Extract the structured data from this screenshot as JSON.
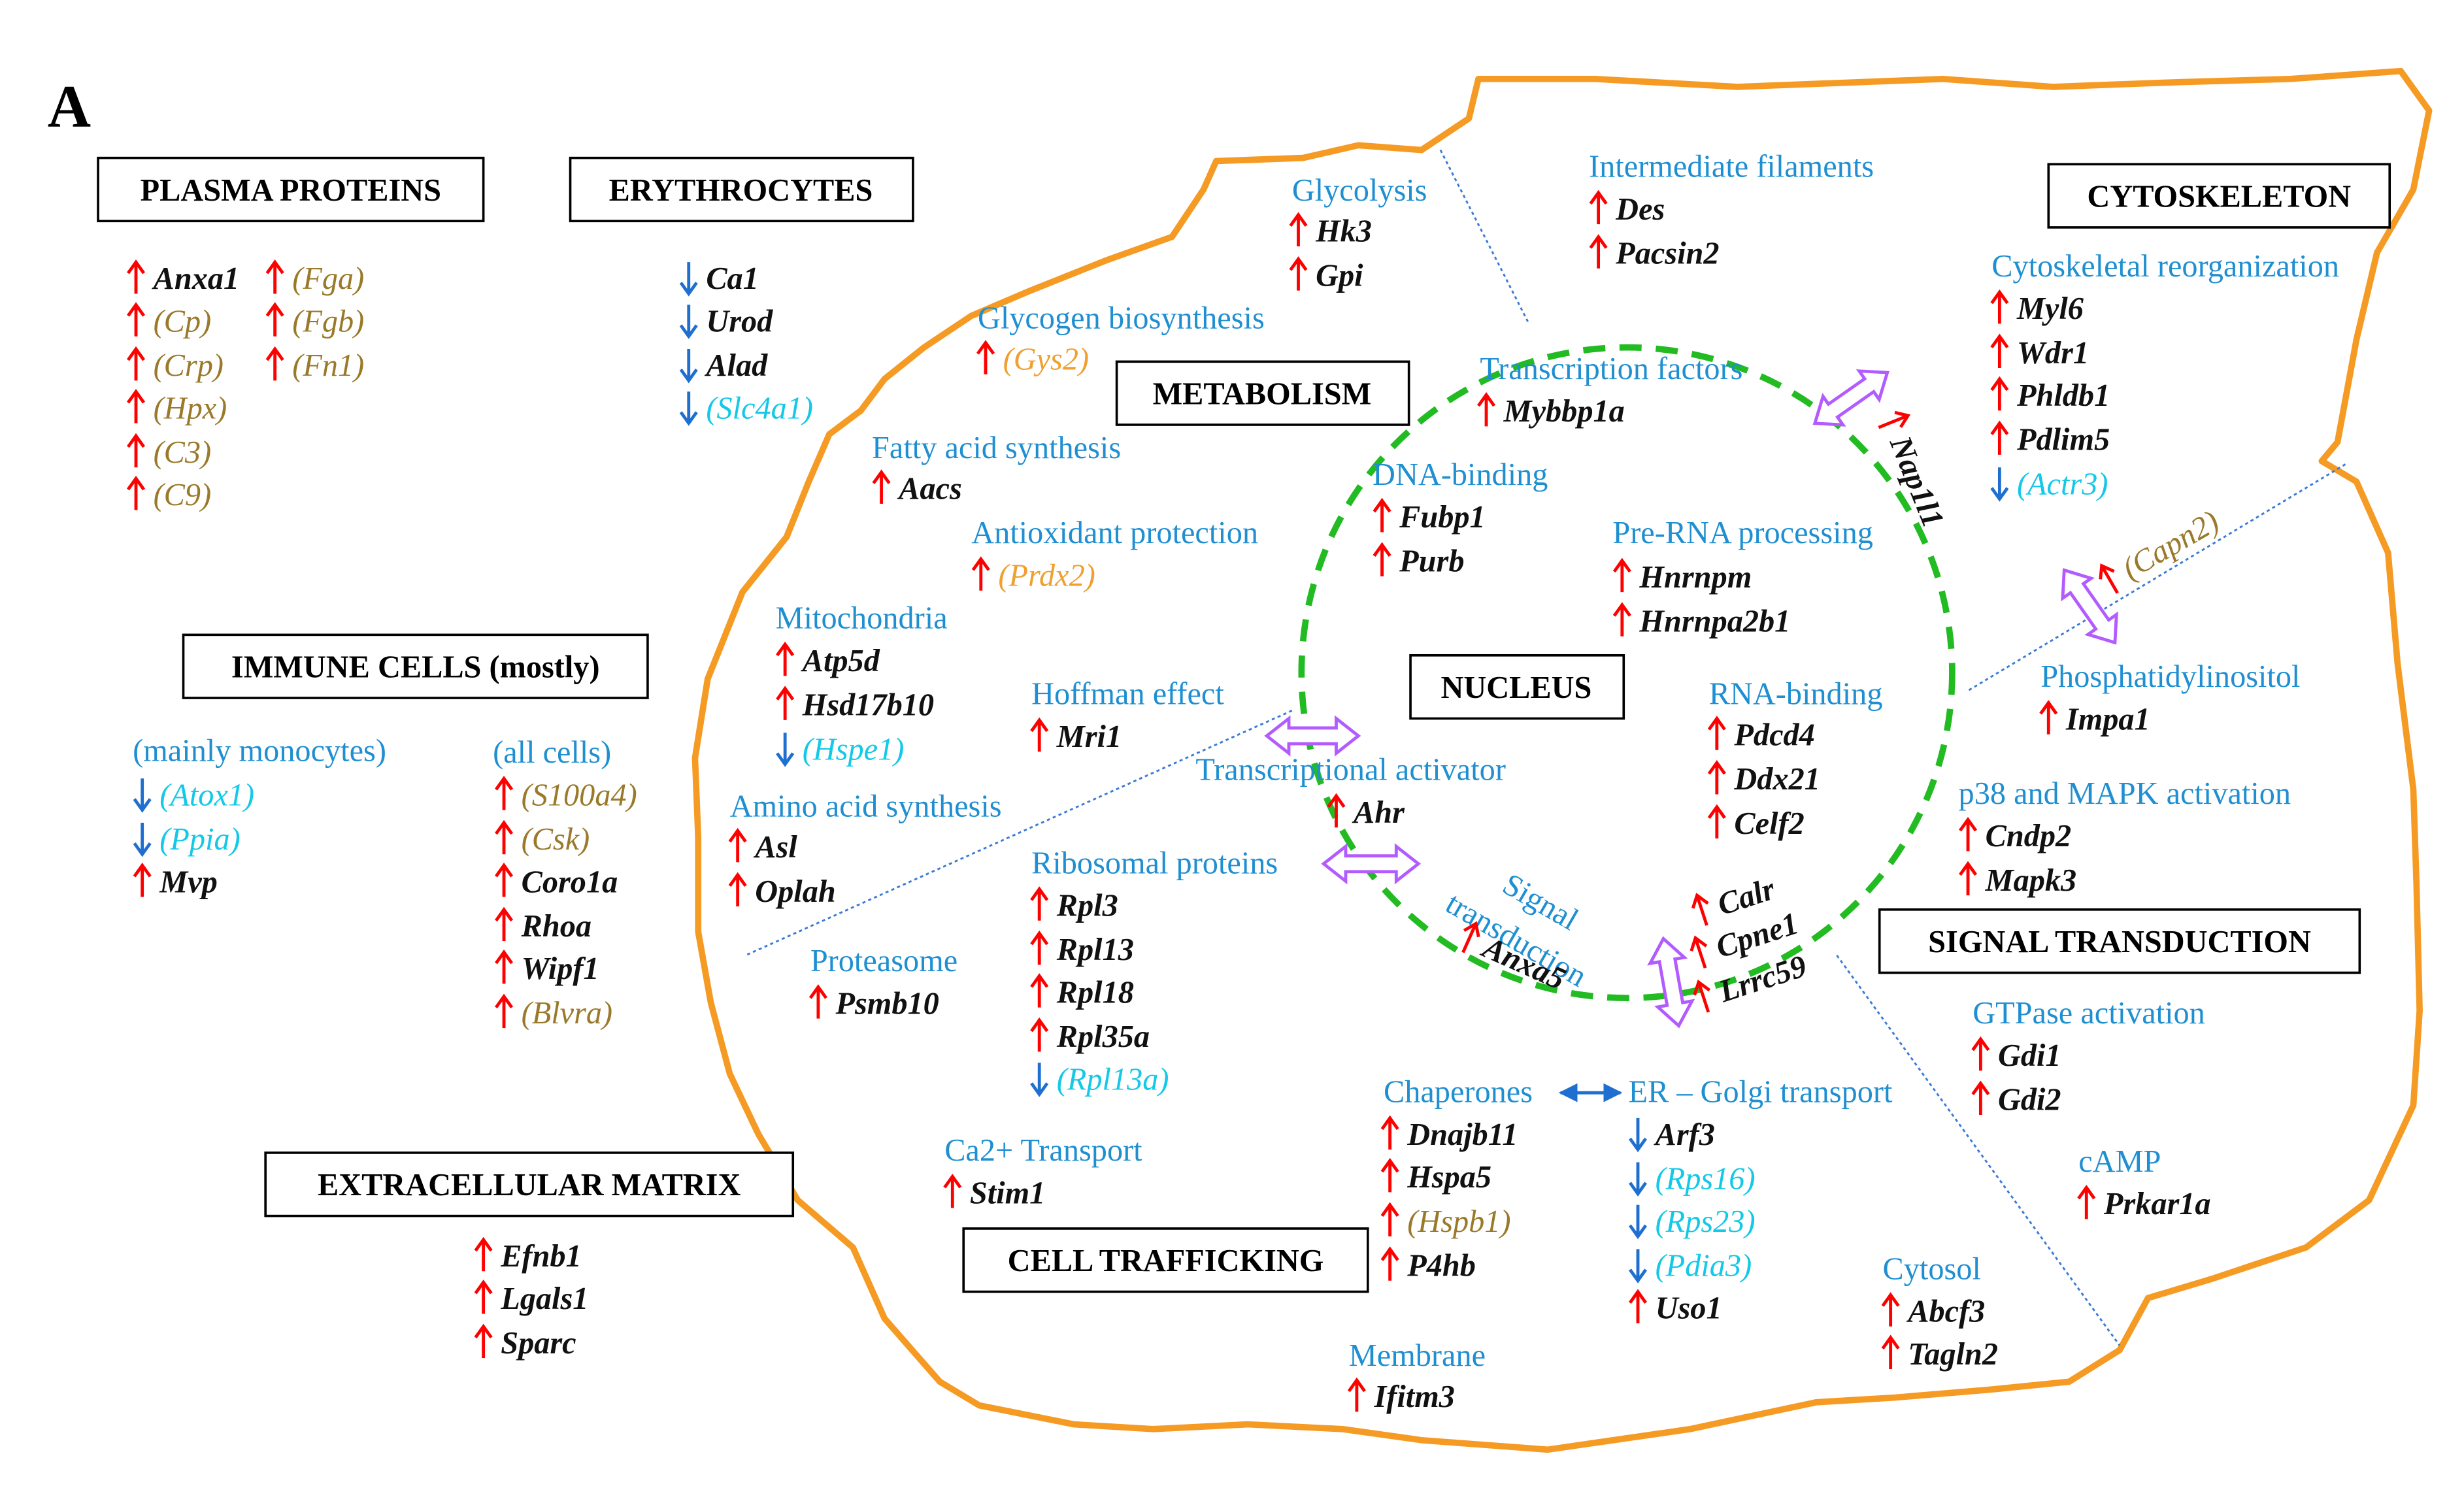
{
  "panel_label": "A",
  "colors": {
    "up": "#ff0000",
    "down": "#1f6fd1",
    "section": "#1f8fd1",
    "gene_black": "#111111",
    "gene_brown": "#9a7a2a",
    "gene_orange": "#f0a030",
    "gene_cyan": "#14c8e8",
    "cell": "#f59a23",
    "nucleus": "#22bb22",
    "double_arrow": "#b25bff",
    "divider": "#3b7bd6"
  },
  "boxes": {
    "plasma_proteins": "PLASMA PROTEINS",
    "erythrocytes": "ERYTHROCYTES",
    "immune_cells": "IMMUNE CELLS (mostly)",
    "extracellular_matrix": "EXTRACELLULAR MATRIX",
    "metabolism": "METABOLISM",
    "nucleus": "NUCLEUS",
    "cytoskeleton": "CYTOSKELETON",
    "signal_transduction": "SIGNAL TRANSDUCTION",
    "cell_trafficking": "CELL TRAFFICKING"
  },
  "sections": {
    "mainly_monocytes": "(mainly  monocytes)",
    "all_cells": "(all  cells)",
    "glycolysis": "Glycolysis",
    "intermediate_filaments": "Intermediate  filaments",
    "glycogen_biosynthesis": "Glycogen biosynthesis",
    "transcription_factors": "Transcription factors",
    "cytoskeletal_reorganization": "Cytoskeletal reorganization",
    "fatty_acid_synthesis": "Fatty acid synthesis",
    "dna_binding": "DNA-binding",
    "pre_rna_processing": "Pre-RNA processing",
    "antioxidant_protection": "Antioxidant  protection",
    "mitochondria": "Mitochondria",
    "hoffman_effect": "Hoffman effect",
    "rna_binding": "RNA-binding",
    "phosphatidylinositol": "Phosphatidylinositol",
    "transcriptional_activator": "Transcriptional activator",
    "amino_acid_synthesis": "Amino acid synthesis",
    "p38_mapk": "p38 and MAPK activation",
    "ribosomal_proteins": "Ribosomal proteins",
    "signal": "Signal",
    "transduction": "transduction",
    "proteasome": "Proteasome",
    "gtpase_activation": "GTPase activation",
    "chaperones": "Chaperones",
    "er_golgi": "ER – Golgi transport",
    "ca2_transport": "Ca2+ Transport",
    "camp": "cAMP",
    "cytosol": "Cytosol",
    "membrane": "Membrane"
  },
  "genes": [
    {
      "text": "Anxa1",
      "dir": "up",
      "color": "black"
    },
    {
      "text": "(Cp)",
      "dir": "up",
      "color": "brown"
    },
    {
      "text": "(Crp)",
      "dir": "up",
      "color": "brown"
    },
    {
      "text": "(Hpx)",
      "dir": "up",
      "color": "brown"
    },
    {
      "text": "(C3)",
      "dir": "up",
      "color": "brown"
    },
    {
      "text": "(C9)",
      "dir": "up",
      "color": "brown"
    },
    {
      "text": "(Fga)",
      "dir": "up",
      "color": "brown"
    },
    {
      "text": "(Fgb)",
      "dir": "up",
      "color": "brown"
    },
    {
      "text": "(Fn1)",
      "dir": "up",
      "color": "brown"
    },
    {
      "text": "Ca1",
      "dir": "down",
      "color": "black"
    },
    {
      "text": "Urod",
      "dir": "down",
      "color": "black"
    },
    {
      "text": "Alad",
      "dir": "down",
      "color": "black"
    },
    {
      "text": "(Slc4a1)",
      "dir": "down",
      "color": "cyan"
    },
    {
      "text": "(Atox1)",
      "dir": "down",
      "color": "cyan"
    },
    {
      "text": "(Ppia)",
      "dir": "down",
      "color": "cyan"
    },
    {
      "text": "Mvp",
      "dir": "up",
      "color": "black"
    },
    {
      "text": "(S100a4)",
      "dir": "up",
      "color": "brown"
    },
    {
      "text": "(Csk)",
      "dir": "up",
      "color": "brown"
    },
    {
      "text": "Coro1a",
      "dir": "up",
      "color": "black"
    },
    {
      "text": "Rhoa",
      "dir": "up",
      "color": "black"
    },
    {
      "text": "Wipf1",
      "dir": "up",
      "color": "black"
    },
    {
      "text": "(Blvra)",
      "dir": "up",
      "color": "brown"
    },
    {
      "text": "Efnb1",
      "dir": "up",
      "color": "black"
    },
    {
      "text": "Lgals1",
      "dir": "up",
      "color": "black"
    },
    {
      "text": "Sparc",
      "dir": "up",
      "color": "black"
    },
    {
      "text": "Hk3",
      "dir": "up",
      "color": "black"
    },
    {
      "text": "Gpi",
      "dir": "up",
      "color": "black"
    },
    {
      "text": "Des",
      "dir": "up",
      "color": "black"
    },
    {
      "text": "Pacsin2",
      "dir": "up",
      "color": "black"
    },
    {
      "text": "(Gys2)",
      "dir": "up",
      "color": "orange"
    },
    {
      "text": "Mybbp1a",
      "dir": "up",
      "color": "black"
    },
    {
      "text": "Myl6",
      "dir": "up",
      "color": "black"
    },
    {
      "text": "Wdr1",
      "dir": "up",
      "color": "black"
    },
    {
      "text": "Phldb1",
      "dir": "up",
      "color": "black"
    },
    {
      "text": "Pdlim5",
      "dir": "up",
      "color": "black"
    },
    {
      "text": "(Actr3)",
      "dir": "down",
      "color": "cyan"
    },
    {
      "text": "Aacs",
      "dir": "up",
      "color": "black"
    },
    {
      "text": "Fubp1",
      "dir": "up",
      "color": "black"
    },
    {
      "text": "Purb",
      "dir": "up",
      "color": "black"
    },
    {
      "text": "Hnrnpm",
      "dir": "up",
      "color": "black"
    },
    {
      "text": "Hnrnpa2b1",
      "dir": "up",
      "color": "black"
    },
    {
      "text": "(Prdx2)",
      "dir": "up",
      "color": "orange"
    },
    {
      "text": "Atp5d",
      "dir": "up",
      "color": "black"
    },
    {
      "text": "Hsd17b10",
      "dir": "up",
      "color": "black"
    },
    {
      "text": "(Hspe1)",
      "dir": "down",
      "color": "cyan"
    },
    {
      "text": "Mri1",
      "dir": "up",
      "color": "black"
    },
    {
      "text": "Pdcd4",
      "dir": "up",
      "color": "black"
    },
    {
      "text": "Ddx21",
      "dir": "up",
      "color": "black"
    },
    {
      "text": "Celf2",
      "dir": "up",
      "color": "black"
    },
    {
      "text": "Impa1",
      "dir": "up",
      "color": "black"
    },
    {
      "text": "Ahr",
      "dir": "up",
      "color": "black"
    },
    {
      "text": "Asl",
      "dir": "up",
      "color": "black"
    },
    {
      "text": "Oplah",
      "dir": "up",
      "color": "black"
    },
    {
      "text": "Cndp2",
      "dir": "up",
      "color": "black"
    },
    {
      "text": "Mapk3",
      "dir": "up",
      "color": "black"
    },
    {
      "text": "Rpl3",
      "dir": "up",
      "color": "black"
    },
    {
      "text": "Rpl13",
      "dir": "up",
      "color": "black"
    },
    {
      "text": "Rpl18",
      "dir": "up",
      "color": "black"
    },
    {
      "text": "Rpl35a",
      "dir": "up",
      "color": "black"
    },
    {
      "text": "(Rpl13a)",
      "dir": "down",
      "color": "cyan"
    },
    {
      "text": "Psmb10",
      "dir": "up",
      "color": "black"
    },
    {
      "text": "Gdi1",
      "dir": "up",
      "color": "black"
    },
    {
      "text": "Gdi2",
      "dir": "up",
      "color": "black"
    },
    {
      "text": "Dnajb11",
      "dir": "up",
      "color": "black"
    },
    {
      "text": "Hspa5",
      "dir": "up",
      "color": "black"
    },
    {
      "text": "(Hspb1)",
      "dir": "up",
      "color": "brown"
    },
    {
      "text": "P4hb",
      "dir": "up",
      "color": "black"
    },
    {
      "text": "Arf3",
      "dir": "down",
      "color": "black"
    },
    {
      "text": "(Rps16)",
      "dir": "down",
      "color": "cyan"
    },
    {
      "text": "(Rps23)",
      "dir": "down",
      "color": "cyan"
    },
    {
      "text": "(Pdia3)",
      "dir": "down",
      "color": "cyan"
    },
    {
      "text": "Uso1",
      "dir": "up",
      "color": "black"
    },
    {
      "text": "Stim1",
      "dir": "up",
      "color": "black"
    },
    {
      "text": "Prkar1a",
      "dir": "up",
      "color": "black"
    },
    {
      "text": "Abcf3",
      "dir": "up",
      "color": "black"
    },
    {
      "text": "Tagln2",
      "dir": "up",
      "color": "black"
    },
    {
      "text": "Ifitm3",
      "dir": "up",
      "color": "black"
    },
    {
      "text": "Nap1l1",
      "dir": "up",
      "color": "black"
    },
    {
      "text": "(Capn2)",
      "dir": "up",
      "color": "brown"
    },
    {
      "text": "Anxa5",
      "dir": "up",
      "color": "black"
    },
    {
      "text": "Calr",
      "dir": "up",
      "color": "black"
    },
    {
      "text": "Cpne1",
      "dir": "up",
      "color": "black"
    },
    {
      "text": "Lrrc59",
      "dir": "up",
      "color": "black"
    }
  ]
}
